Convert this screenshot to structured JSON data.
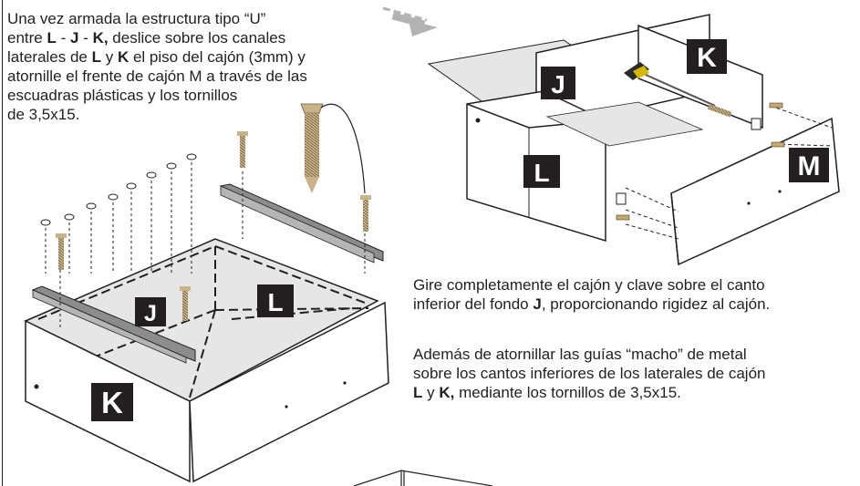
{
  "instructions": {
    "top": {
      "l1": "Una vez armada la estructura tipo “U”",
      "l2_a": "entre ",
      "l2_L": "L",
      "l2_s1": " - ",
      "l2_J": "J",
      "l2_s2": " - ",
      "l2_K": "K,",
      "l2_b": " deslice sobre los canales",
      "l3_a": "laterales de ",
      "l3_L": "L",
      "l3_y": " y ",
      "l3_K": "K",
      "l3_b": "  el piso del cajón (3mm) y",
      "l4": "atornille el frente de cajón M a través de las",
      "l5": "escuadras plásticas y los tornillos",
      "l6": "de 3,5x15."
    },
    "turn": {
      "l1": "Gire completamente el cajón y clave sobre el canto",
      "l2_a": "inferior del fondo ",
      "l2_J": "J",
      "l2_b": ", proporcionando rigidez al cajón."
    },
    "guides": {
      "l1": "Además de atornillar las guías “macho” de metal",
      "l2": "sobre los cantos inferiores de los laterales de cajón",
      "l3_L": "L",
      "l3_y": " y ",
      "l3_K": "K,",
      "l3_b": " mediante los tornillos de 3,5x15."
    }
  },
  "labels": {
    "top_J": "J",
    "top_K": "K",
    "top_L": "L",
    "top_M": "M",
    "bottom_J": "J",
    "bottom_L": "L",
    "bottom_K": "K"
  },
  "colors": {
    "ink": "#231f20",
    "label_bg": "#231f20",
    "label_text": "#ffffff",
    "panel_fill": "#ffffff",
    "floor_fill": "#e6e6e6",
    "rail_fill": "#8c8c8c",
    "arrow": "#b3b3b3"
  }
}
